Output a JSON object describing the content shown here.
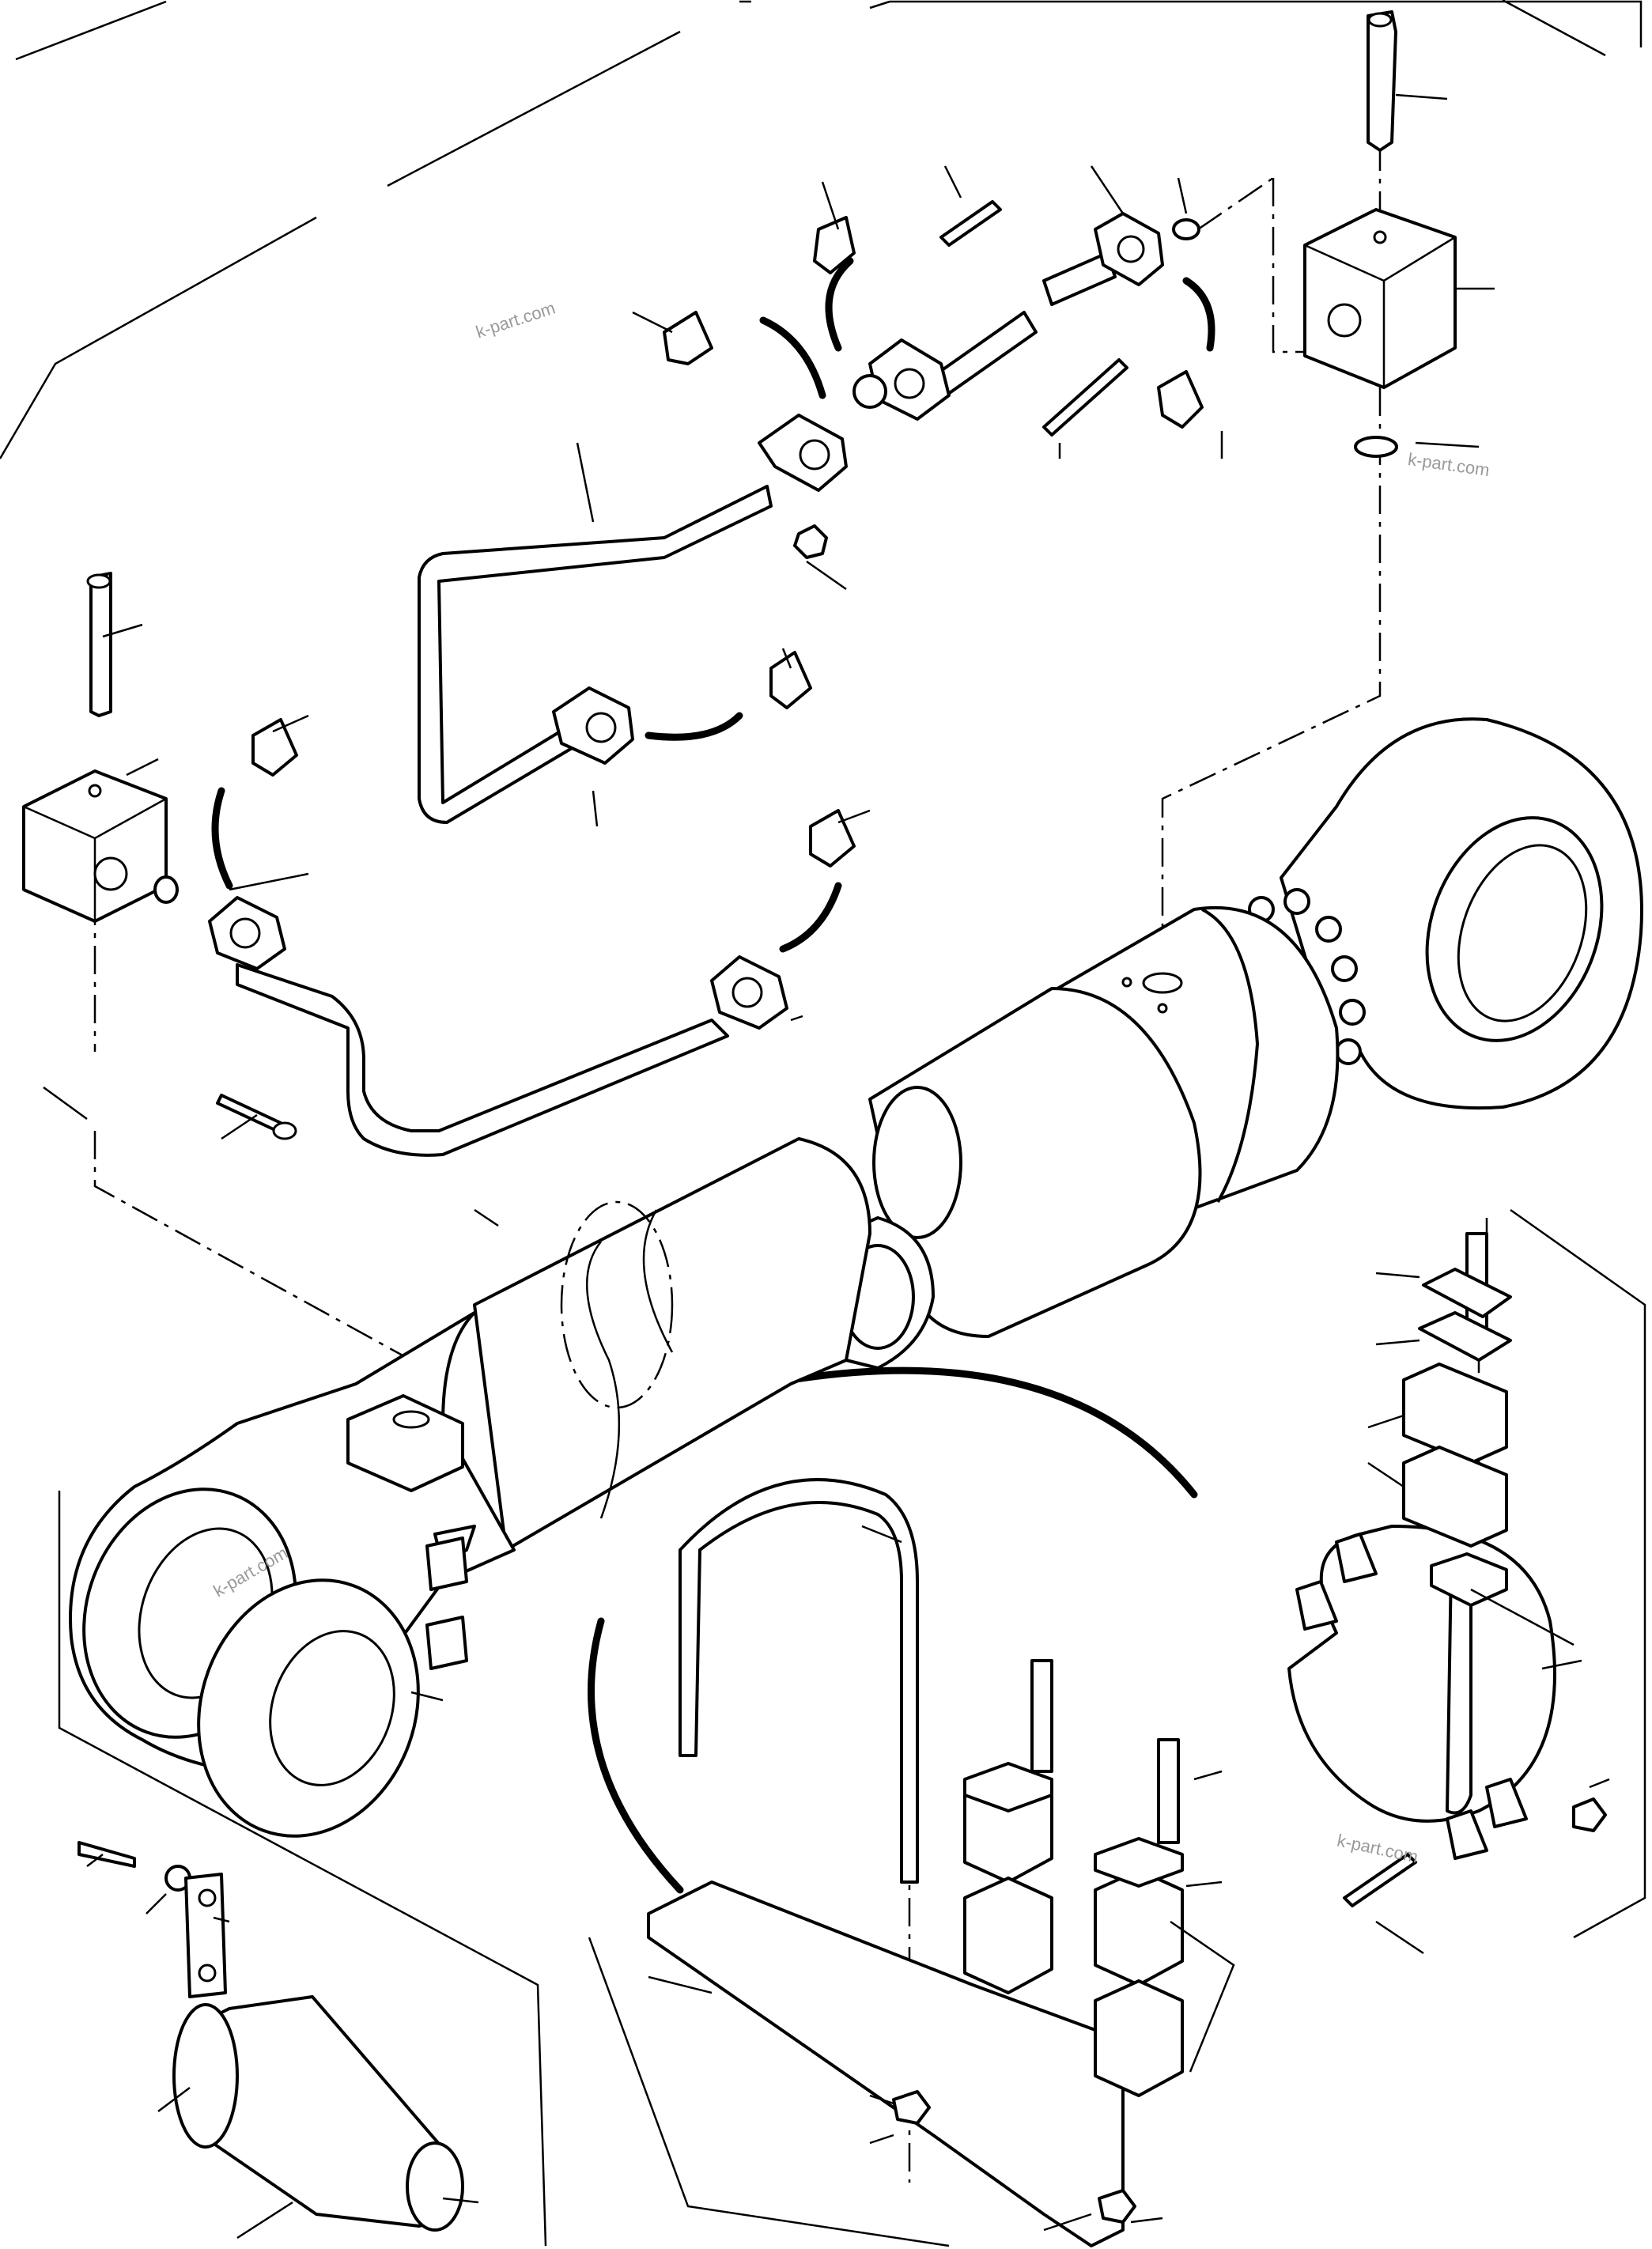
{
  "watermark": {
    "text": "k-part.com",
    "color": "#9a9a9a",
    "count": 4
  },
  "diagram": {
    "type": "exploded-parts-view",
    "subject": "hydraulic cylinder with piping, blocks, clamps and pin",
    "line_color": "#000000",
    "background": "#ffffff"
  }
}
